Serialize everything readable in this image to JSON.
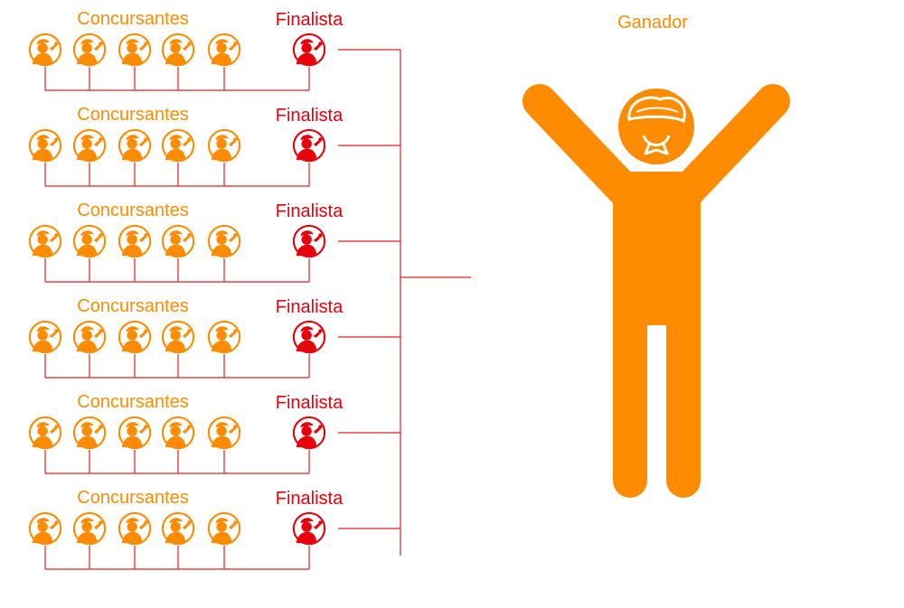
{
  "colors": {
    "contestant": "#FF8C00",
    "finalist": "#E8000A",
    "line": "#E02020",
    "winner": "#FF8C00"
  },
  "icons": {
    "contestant": "chef-head-icon",
    "finalist": "chef-head-icon",
    "winner": "winner-figure-icon"
  },
  "winner_label": "Ganador",
  "groups": [
    {
      "contestants_label": "Concursantes",
      "finalist_label": "Finalista",
      "contestant_count": 5
    },
    {
      "contestants_label": "Concursantes",
      "finalist_label": "Finalista",
      "contestant_count": 5
    },
    {
      "contestants_label": "Concursantes",
      "finalist_label": "Finalista",
      "contestant_count": 5
    },
    {
      "contestants_label": "Concursantes",
      "finalist_label": "Finalista",
      "contestant_count": 5
    },
    {
      "contestants_label": "Concursantes",
      "finalist_label": "Finalista",
      "contestant_count": 5
    },
    {
      "contestants_label": "Concursantes",
      "finalist_label": "Finalista",
      "contestant_count": 5
    }
  ]
}
